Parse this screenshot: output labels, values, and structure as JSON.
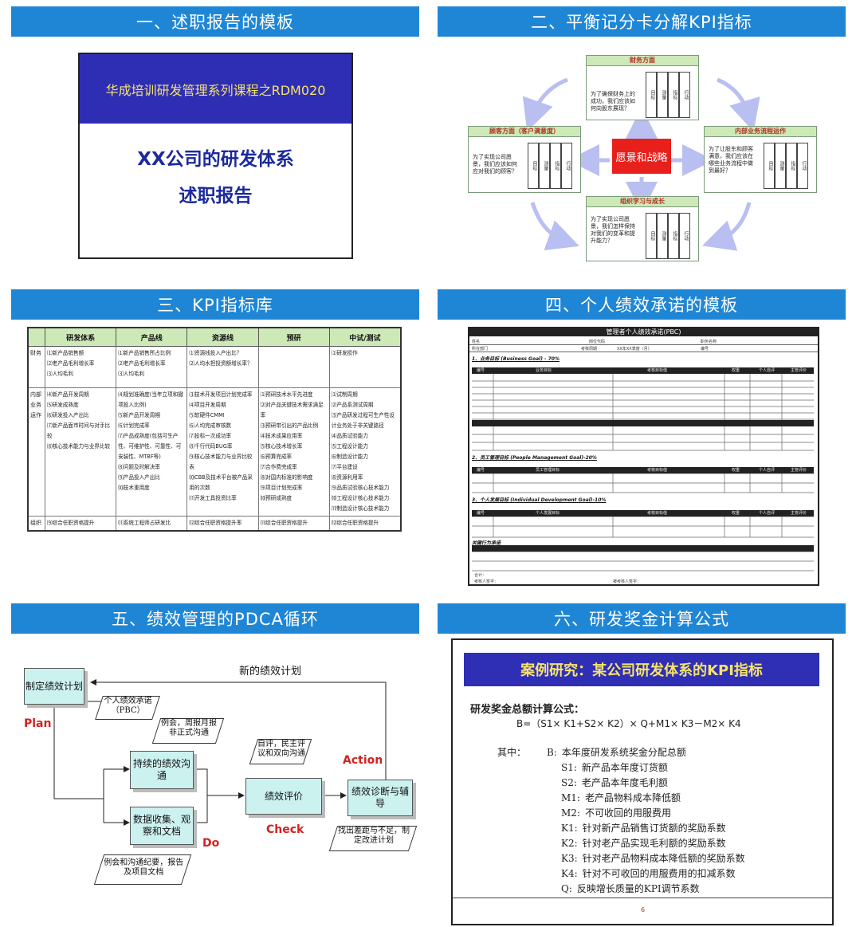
{
  "banners": {
    "b1": "一、述职报告的模板",
    "b2": "二、平衡记分卡分解KPI指标",
    "b3": "三、KPI指标库",
    "b4": "四、个人绩效承诺的模板",
    "b5": "五、绩效管理的PDCA循环",
    "b6": "六、研发奖金计算公式"
  },
  "panel1": {
    "header": "华成培训研发管理系列课程之RDM020",
    "title_line1": "XX公司的研发体系",
    "title_line2": "述职报告"
  },
  "panel2": {
    "center": "愿景和战略",
    "cards": {
      "top": {
        "title": "财务方面",
        "question": "为了确保财务上的成功，我们应该如何向股东展现？"
      },
      "left": {
        "title": "顾客方面（客户满意度）",
        "question": "为了实现公司愿景，我们应该如何应对我们的顾客？"
      },
      "right": {
        "title": "内部业务流程运作",
        "question": "为了让股东和顾客满意，我们应该在哪些业务流程中做到最好？"
      },
      "bottom": {
        "title": "组织学习与成长",
        "question": "为了实现公司愿景，我们怎样保持对我们的变革和提升能力？"
      }
    },
    "col_labels": [
      "目标",
      "测量",
      "指标",
      "行动"
    ]
  },
  "kpi_table": {
    "headers": [
      "",
      "研发体系",
      "产品线",
      "资源线",
      "预研",
      "中试/测试"
    ],
    "rows": [
      {
        "label": "财务",
        "cells": [
          [
            "⑴新产品销售额",
            "⑵老产品毛利增长率",
            "⑶人均毛利"
          ],
          [
            "⑴新产品销售所占比例",
            "⑵老产品毛利增长率",
            "⑶人均毛利"
          ],
          [
            "⑴资源线投入产出比？",
            "⑵人均水担投资额增长率？"
          ],
          [],
          [
            "⑴研发损作"
          ]
        ]
      },
      {
        "label": "内部业务运作",
        "cells": [
          [
            "⑷新产品开发周期",
            "⑸研发成熟度",
            "⑹研发投入产出比",
            "⑺新产品面市时间与对手比较",
            "⑻核心技术能力与业界比较"
          ],
          [
            "⑷规划准确度(当年立项和撤项投入比例)",
            "⑸新产品开发周期",
            "⑹计划完成率",
            "⑺产品成熟度(包括可生产性、可维护性、可靠性、可安装性、MTBF等)",
            "⑻问题及时解决率",
            "⑼产品投入产出比",
            "⑽技术重用度"
          ],
          [
            "⑶技术开发项目计划完成率",
            "⑷项目开发周期",
            "⑸软硬件CMMI",
            "⑹人均完成审核数",
            "⑺投标一次成功率",
            "⑻千行代码BUG率",
            "⑼核心技术能力与业界比较表",
            "⑽CBB及技术平台被产品采用的次数",
            "⑾开发工具投资比率"
          ],
          [
            "⑴预研技术水平先进度",
            "⑵对产品关键技术需求满足率",
            "⑶预研带引出的产品比例",
            "⑷技术成果应用率",
            "⑸核心技术增长率",
            "⑹预算完成率",
            "⑺合作费完成率",
            "⑻对国内标准的影响度",
            "⑼项目计划完成率",
            "⑽预研成熟度"
          ],
          [
            "⑴试制周期",
            "⑵产品系测试周期",
            "⑶产品研发过程可生产性设计业务处于非关键路径",
            "⑷品质试验能力",
            "⑸工程设计能力",
            "⑹制造设计能力",
            "⑺平台建设",
            "⑻资源利用率",
            "⑼品质试验核心技术能力",
            "⑽工程设计核心技术能力",
            "⑾制造设计核心技术能力"
          ]
        ]
      },
      {
        "label": "组织",
        "cells": [
          [
            "⑼综合任职资格提升"
          ],
          [
            "⑾系统工程师占研发比"
          ],
          [
            "⑿综合任职资格提升率"
          ],
          [
            "⑾综合任职资格提升"
          ],
          [
            "⑿综合任职资格提升"
          ]
        ]
      }
    ]
  },
  "pbc": {
    "title": "管理者个人绩效承诺(PBC)",
    "info_row1": [
      "姓名",
      "岗位代码",
      "职务名称"
    ],
    "info_row2": [
      "所在部门",
      "考核周期",
      "XX年XX季度（月）",
      "编号"
    ],
    "sec1": "1、业务目标 (Business Goal) - 70%",
    "sec2": "2、员工管理目标 (People Management Goal)-20%",
    "sec3": "3、个人发展目标 (Individual Development Goal)-10%",
    "sec4": "关键行为承诺",
    "col_headers": [
      "编号",
      "业务目标",
      "考核目标值",
      "权重",
      "个人自评",
      "主管评价"
    ],
    "col_headers2": [
      "编号",
      "员工管理目标",
      "考核目标值",
      "权重",
      "个人自评",
      "主管评价"
    ],
    "col_headers3": [
      "编号",
      "个人发展目标",
      "考核目标值",
      "权重",
      "个人自评",
      "主管评价"
    ],
    "footer": [
      "合计：",
      "考核人签字：",
      "被考核人签字："
    ]
  },
  "pdca": {
    "plan_box": "制定绩效计划",
    "new_plan": "新的绩效计划",
    "pbc_note": "个人绩效承诺（PBC）",
    "sync_note": "例会，周报月报非正式沟通",
    "continuous": "持续的绩效沟通",
    "collect": "数据收集、观察和文档",
    "eval": "绩效评价",
    "diag": "绩效诊断与辅导",
    "self_eval": "自评，民主评议和双向沟通",
    "gap_note": "找出差距与不足，制定改进计划",
    "docs_note": "例会和沟通纪要，报告及项目文档",
    "plan": "Plan",
    "do": "Do",
    "check": "Check",
    "action": "Action"
  },
  "panel6": {
    "header": "案例研究：某公司研发体系的KPI指标",
    "formula_title": "研发奖金总额计算公式：",
    "formula": "B=（S1× K1+S2× K2）× Q+M1× K3－M2× K4",
    "where": "其中：",
    "defs": [
      {
        "k": "B:",
        "v": "本年度研发系统奖金分配总额"
      },
      {
        "k": "S1:",
        "v": "新产品本年度订货额"
      },
      {
        "k": "S2:",
        "v": "老产品本年度毛利额"
      },
      {
        "k": "M1:",
        "v": "老产品物料成本降低额"
      },
      {
        "k": "M2:",
        "v": "不可收回的用服费用"
      },
      {
        "k": "K1:",
        "v": "针对新产品销售订货额的奖励系数"
      },
      {
        "k": "K2:",
        "v": "针对老产品实现毛利额的奖励系数"
      },
      {
        "k": "K3:",
        "v": "针对老产品物料成本降低额的奖励系数"
      },
      {
        "k": "K4:",
        "v": "针对不可收回的用服费用的扣减系数"
      },
      {
        "k": "Q:",
        "v": "反映增长质量的KPI调节系数"
      }
    ],
    "page_no": "6"
  }
}
